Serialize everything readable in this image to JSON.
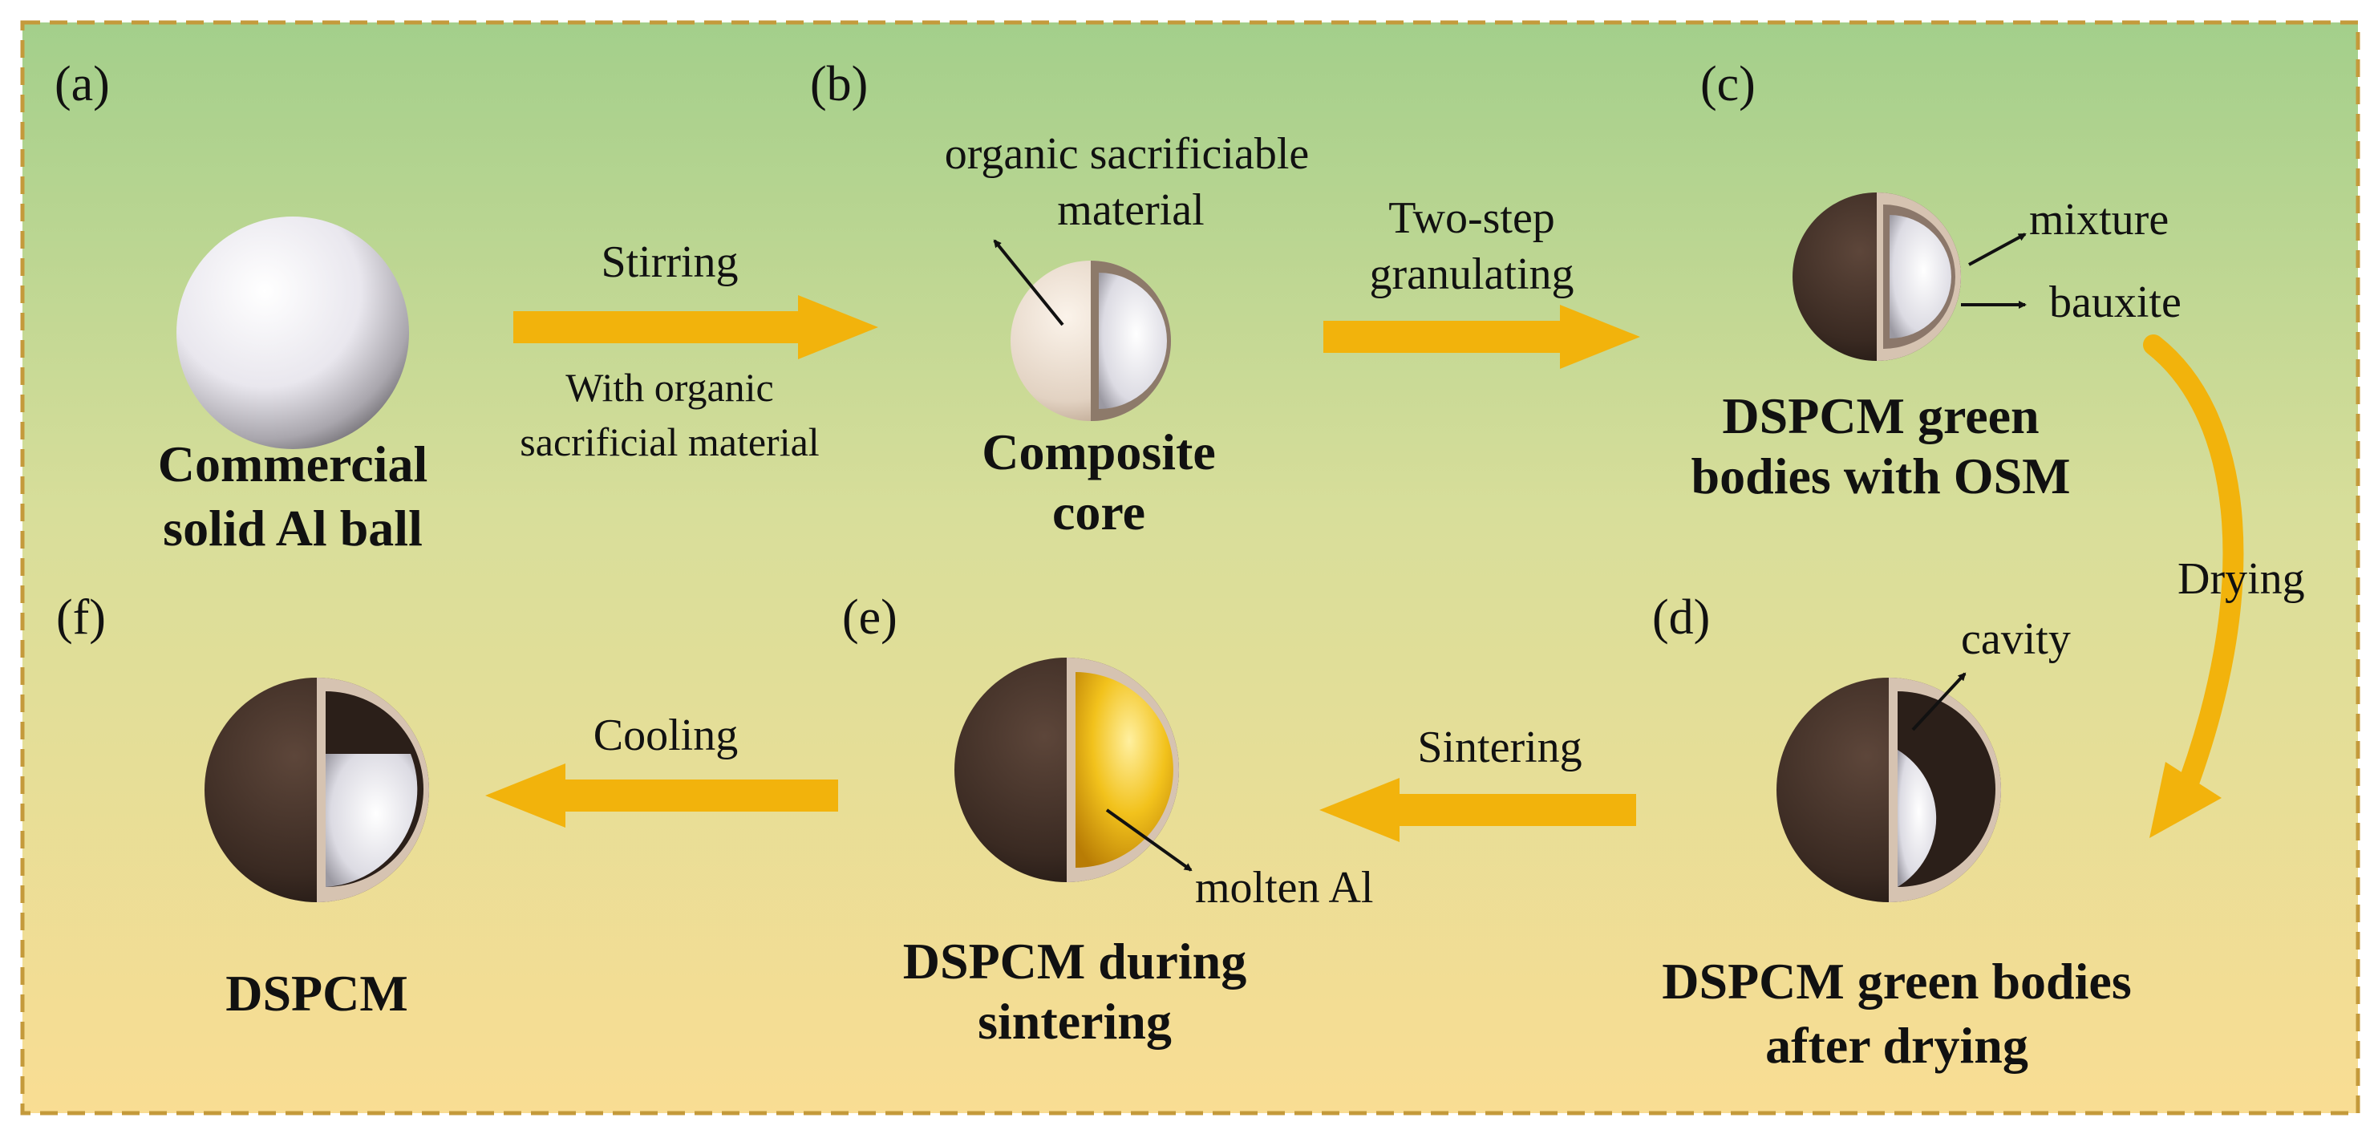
{
  "colors": {
    "bg_top": "#a3cf8b",
    "bg_mid": "#d8de9a",
    "bg_bottom": "#f9dd93",
    "border": "#c49a3b",
    "arrow": "#f2b30c",
    "shell": "#3a2a22",
    "shell_edge": "#d6c3b1",
    "molten": "#e6a80a"
  },
  "panels": {
    "a": {
      "tag": "(a)",
      "title": [
        "Commercial",
        "solid Al ball"
      ]
    },
    "b": {
      "tag": "(b)",
      "title": [
        "Composite",
        "core"
      ],
      "annotation": [
        "organic sacrificiable",
        "material"
      ]
    },
    "c": {
      "tag": "(c)",
      "title": [
        "DSPCM green",
        "bodies with OSM"
      ],
      "annotations": [
        "mixture",
        "bauxite"
      ]
    },
    "d": {
      "tag": "(d)",
      "title": [
        "DSPCM green bodies",
        "after drying"
      ],
      "annotation": "cavity"
    },
    "e": {
      "tag": "(e)",
      "title": [
        "DSPCM during",
        "sintering"
      ],
      "annotation": "molten Al"
    },
    "f": {
      "tag": "(f)",
      "title": "DSPCM"
    }
  },
  "steps": {
    "stirring": {
      "label": "Stirring",
      "sub": [
        "With organic",
        "sacrificial material"
      ]
    },
    "granulating": {
      "label": [
        "Two-step",
        "granulating"
      ]
    },
    "drying": {
      "label": "Drying"
    },
    "sintering": {
      "label": "Sintering"
    },
    "cooling": {
      "label": "Cooling"
    }
  }
}
